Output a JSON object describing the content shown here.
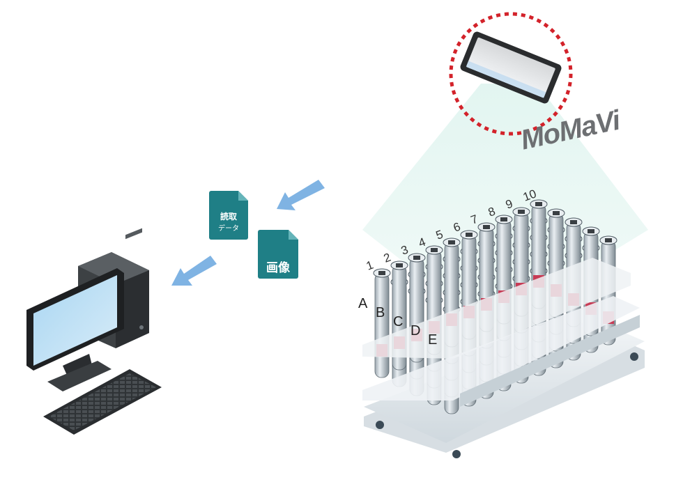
{
  "brand": "MoMaVi",
  "documents": {
    "read_data": [
      "読取",
      "データ"
    ],
    "image": "画像"
  },
  "rack": {
    "column_numbers": [
      "1",
      "2",
      "3",
      "4",
      "5",
      "6",
      "7",
      "8",
      "9",
      "10"
    ],
    "row_letters": [
      "A",
      "B",
      "C",
      "D",
      "E"
    ]
  },
  "colors": {
    "doc_teal": "#1f7f86",
    "arrow_blue": "#7fb3e3",
    "dashed_circle": "#d3222a",
    "brand_gray": "#6d6f72",
    "scan_beam": "#cfeee8"
  },
  "icons": [
    "desktop-computer-icon",
    "smartphone-icon",
    "test-tube-rack-icon",
    "arrow-icon",
    "document-icon"
  ]
}
